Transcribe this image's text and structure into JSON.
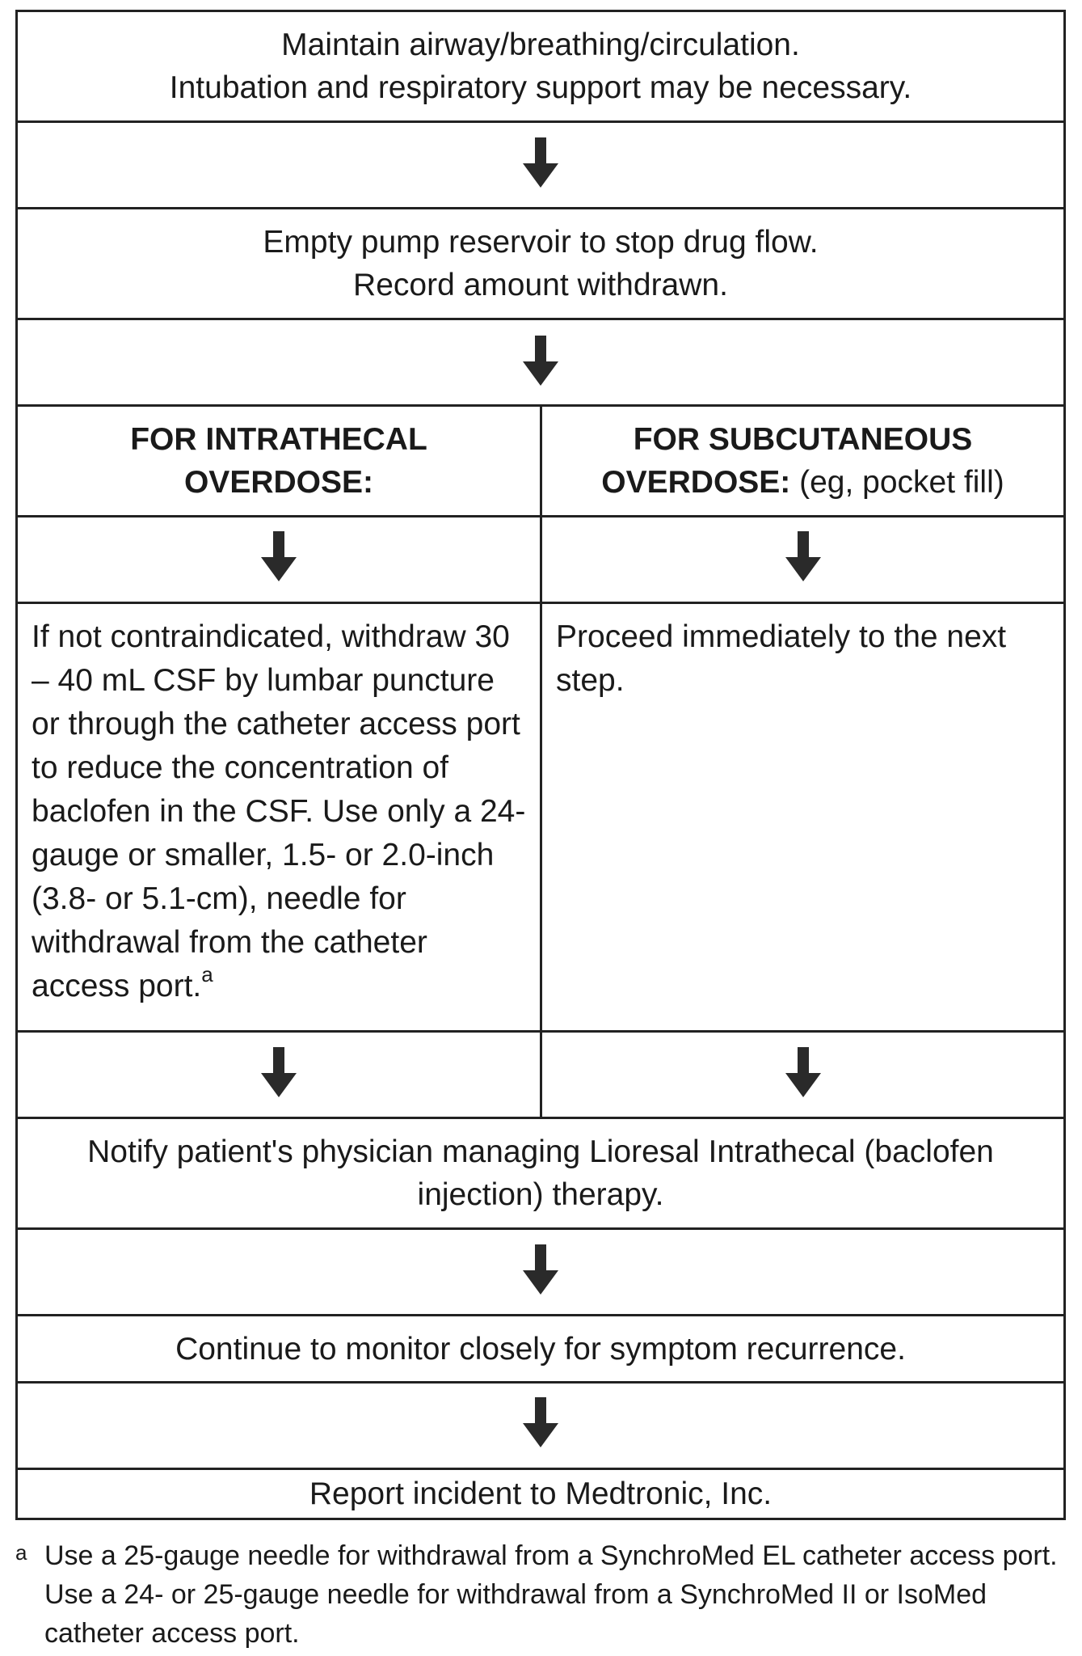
{
  "steps": {
    "step1": {
      "line1": "Maintain airway/breathing/circulation.",
      "line2": "Intubation and respiratory support may be necessary."
    },
    "step2": {
      "line1": "Empty pump reservoir to stop drug flow.",
      "line2": "Record amount withdrawn."
    },
    "branch_intrathecal": {
      "heading_line1": "FOR INTRATHECAL",
      "heading_line2": "OVERDOSE:",
      "body": "If not contraindicated, withdraw 30 – 40 mL CSF by lumbar puncture or through the catheter access port to reduce the concentration of baclofen in the CSF. Use only a 24-gauge or smaller, 1.5- or 2.0-inch (3.8- or 5.1-cm), needle for withdrawal from the catheter access port.",
      "footnote_marker": "a"
    },
    "branch_subcutaneous": {
      "heading_line1": "FOR SUBCUTANEOUS",
      "heading_line2_bold": "OVERDOSE:",
      "heading_line2_normal": " (eg, pocket fill)",
      "body": "Proceed immediately to the next step."
    },
    "step3": {
      "text": "Notify patient's physician managing Lioresal Intrathecal (baclofen injection) therapy."
    },
    "step4": {
      "text": "Continue to monitor closely for symptom recurrence."
    },
    "step5": {
      "text": "Report incident to Medtronic, Inc."
    }
  },
  "footnote": {
    "marker": "a",
    "text": "Use a 25-gauge needle for withdrawal from a SynchroMed EL catheter access port. Use a 24- or 25-gauge needle for withdrawal from a SynchroMed II or IsoMed catheter access port."
  },
  "colors": {
    "border": "#222222",
    "arrow": "#2a2a2a",
    "text": "#1a1a1a"
  },
  "icons": [
    "arrow-down-icon"
  ]
}
